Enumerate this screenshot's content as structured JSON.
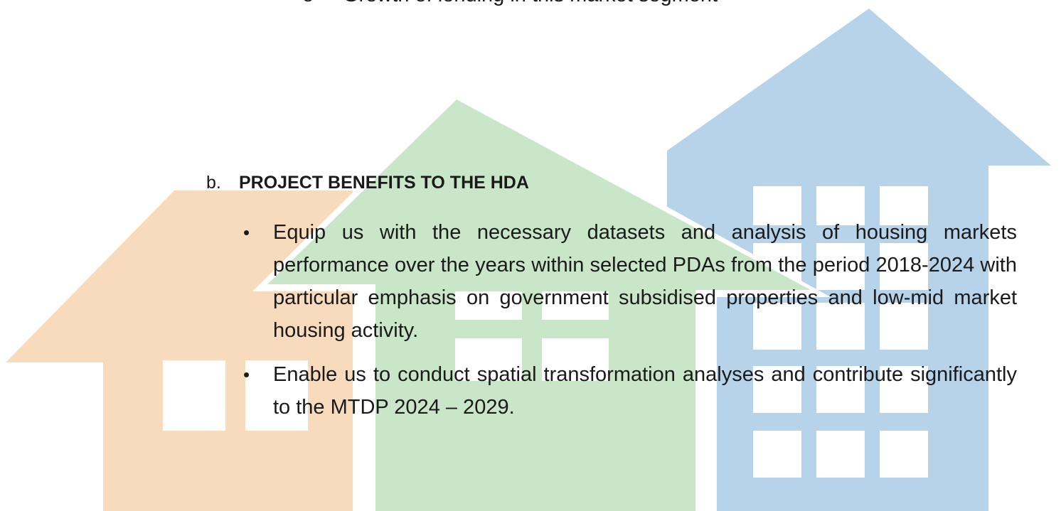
{
  "top_item": {
    "marker": "o",
    "text": "Growth of lending in this market segment"
  },
  "section": {
    "marker": "b.",
    "heading": "PROJECT BENEFITS TO THE HDA"
  },
  "bullets": [
    {
      "text": "Equip us with the necessary datasets and analysis of housing markets performance over the years within selected PDAs from the period 2018-2024 with particular emphasis on government subsidised properties and low-mid market housing activity."
    },
    {
      "text": "Enable us to conduct spatial transformation analyses and contribute significantly to the MTDP 2024 – 2029."
    }
  ],
  "bullet_glyph": "•",
  "colors": {
    "house_orange": "#f8dbbd",
    "house_green": "#c9e6c9",
    "house_blue": "#b7d3ea",
    "window": "#ffffff",
    "text": "#1a1a1a"
  }
}
